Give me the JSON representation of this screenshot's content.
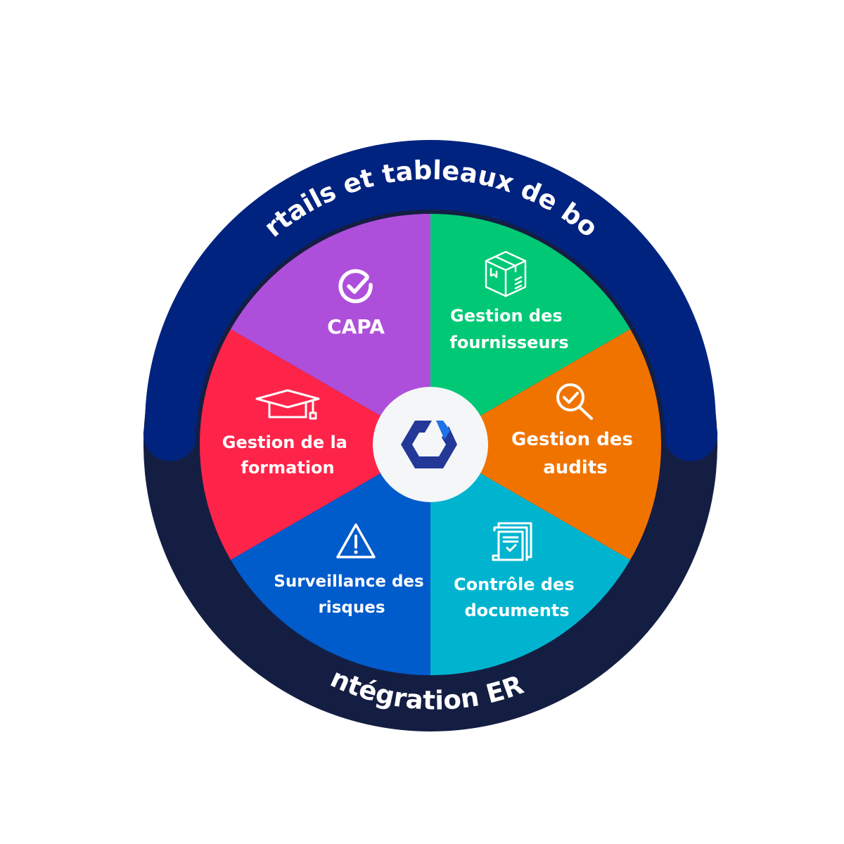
{
  "outer_ring": {
    "top_label": "Portails et tableaux de bord",
    "bottom_label": "Intégration ERP",
    "top_color": "#00237f",
    "bottom_color": "#141e42"
  },
  "center": {
    "background_color": "#f4f6f8",
    "logo_color": "#243897",
    "logo_accent_color": "#1f73e8"
  },
  "segments": [
    {
      "id": "capa",
      "lines": [
        "CAPA"
      ],
      "color": "#00c875",
      "icon": "check-circle-icon"
    },
    {
      "id": "fournisseurs",
      "lines": [
        "Gestion des",
        "fournisseurs"
      ],
      "color": "#f07300",
      "icon": "package-box-icon"
    },
    {
      "id": "audits",
      "lines": [
        "Gestion des",
        "audits"
      ],
      "color": "#00b4cf",
      "icon": "magnifier-check-icon"
    },
    {
      "id": "documents",
      "lines": [
        "Contrôle des",
        "documents"
      ],
      "color": "#005bcb",
      "icon": "documents-stack-icon"
    },
    {
      "id": "risques",
      "lines": [
        "Surveillance des",
        "risques"
      ],
      "color": "#fe2449",
      "icon": "warning-triangle-icon"
    },
    {
      "id": "formation",
      "lines": [
        "Gestion de la",
        "formation"
      ],
      "color": "#ae4fdb",
      "icon": "graduation-cap-icon"
    }
  ]
}
